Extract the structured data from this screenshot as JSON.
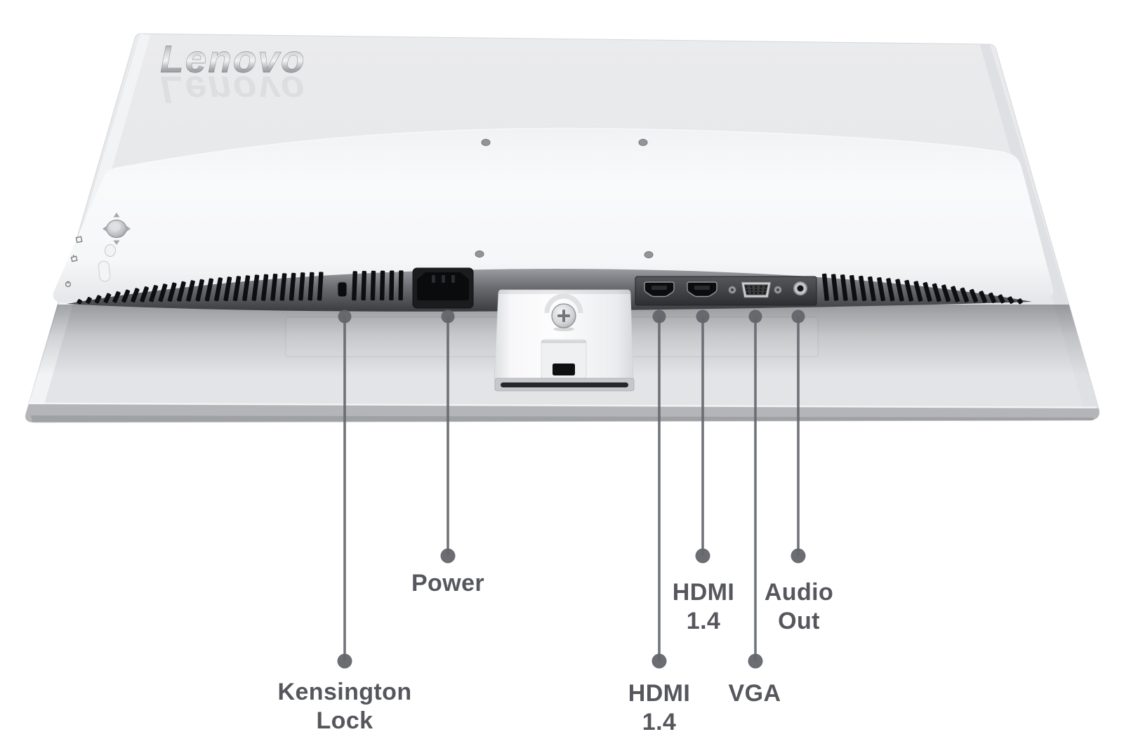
{
  "diagram": {
    "brand_logo": "Lenovo"
  },
  "callouts": [
    {
      "id": "kensington-lock",
      "lines": [
        "Kensington",
        "Lock"
      ]
    },
    {
      "id": "power",
      "lines": [
        "Power"
      ]
    },
    {
      "id": "hdmi-1",
      "lines": [
        "HDMI",
        "1.4"
      ]
    },
    {
      "id": "hdmi-2",
      "lines": [
        "HDMI",
        "1.4"
      ]
    },
    {
      "id": "vga",
      "lines": [
        "VGA"
      ]
    },
    {
      "id": "audio-out",
      "lines": [
        "Audio",
        "Out"
      ]
    }
  ],
  "ports": [
    "kensington-lock-slot",
    "power-inlet",
    "hdmi-port",
    "hdmi-port",
    "vga-port",
    "audio-out-jack"
  ],
  "controls": [
    "osd-joystick",
    "select-button",
    "power-button"
  ],
  "colors": {
    "label_text": "#55575d",
    "leader_line": "#63656c",
    "body_light": "#f6f7f8",
    "vent_dark": "#3a3b3f",
    "logo_silver": "#b9babd"
  }
}
